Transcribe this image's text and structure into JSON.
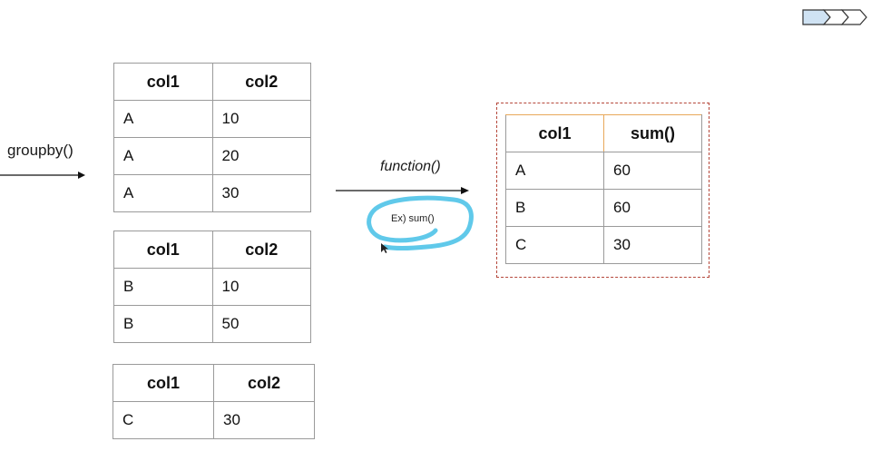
{
  "diagram": {
    "left_label": "groupby()",
    "function_label": "function()",
    "annotation": "Ex) sum()",
    "colors": {
      "result_header_border": "#e8a85a",
      "result_frame_border": "#b5473a",
      "annotation_stroke": "#4fc3e8",
      "nav_chevron_fill": "#cfe2f3"
    }
  },
  "group_tables": [
    {
      "headers": [
        "col1",
        "col2"
      ],
      "rows": [
        [
          "A",
          "10"
        ],
        [
          "A",
          "20"
        ],
        [
          "A",
          "30"
        ]
      ]
    },
    {
      "headers": [
        "col1",
        "col2"
      ],
      "rows": [
        [
          "B",
          "10"
        ],
        [
          "B",
          "50"
        ]
      ]
    },
    {
      "headers": [
        "col1",
        "col2"
      ],
      "rows": [
        [
          "C",
          "30"
        ]
      ]
    }
  ],
  "result_table": {
    "headers": [
      "col1",
      "sum()"
    ],
    "rows": [
      [
        "A",
        "60"
      ],
      [
        "B",
        "60"
      ],
      [
        "C",
        "30"
      ]
    ]
  },
  "nav": {
    "icon": "chevron-steps-icon"
  }
}
